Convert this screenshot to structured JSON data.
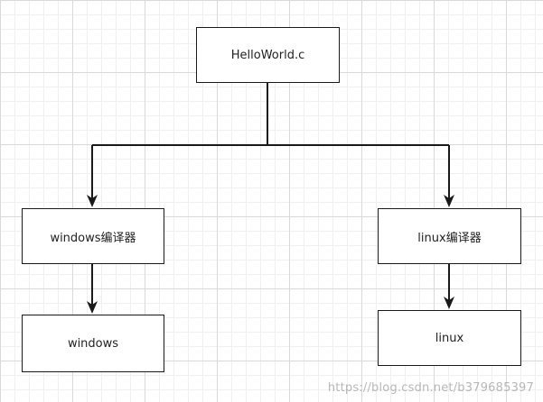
{
  "nodes": {
    "root": "HelloWorld.c",
    "windows_compiler": "windows编译器",
    "linux_compiler": "linux编译器",
    "windows": "windows",
    "linux": "linux"
  },
  "watermark": "https://blog.csdn.net/b379685397",
  "colors": {
    "stroke": "#1a1a1a",
    "grid_major": "#d9d9d9",
    "grid_minor": "#f0f0f0",
    "background": "#ffffff"
  }
}
